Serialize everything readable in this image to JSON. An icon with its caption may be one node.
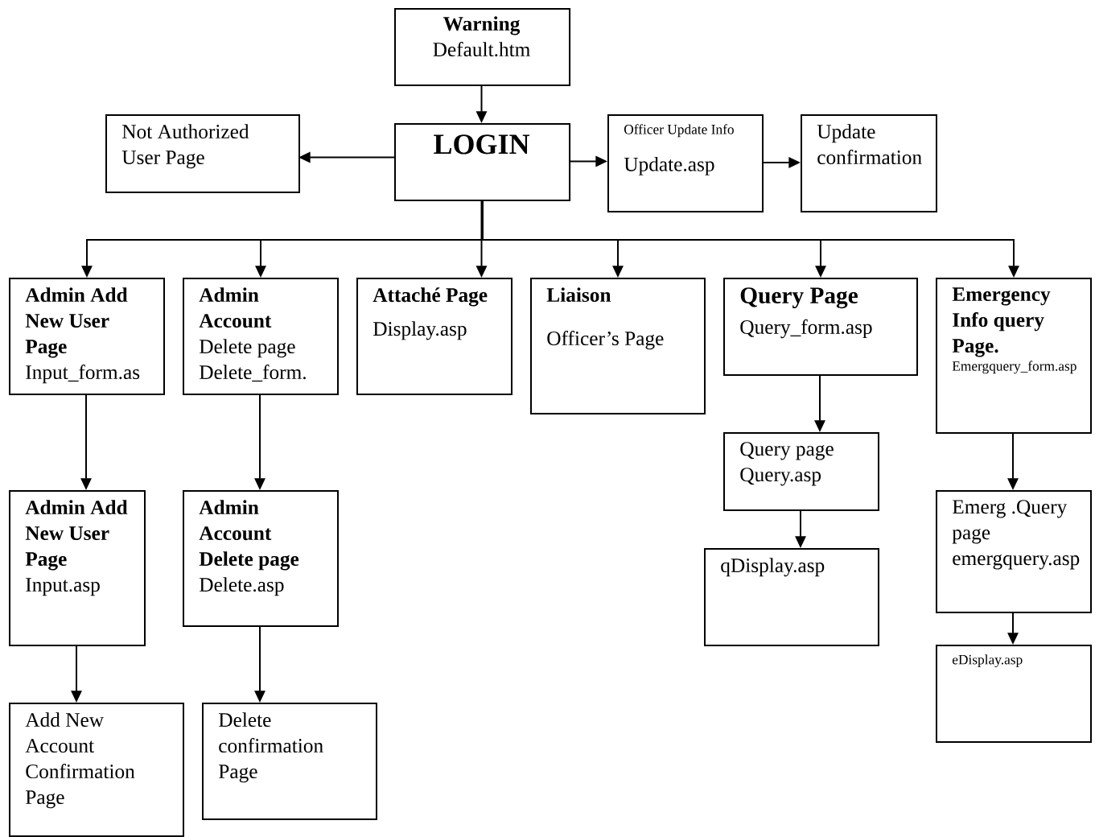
{
  "diagram": {
    "nodes": [
      {
        "text": [
          "Warning",
          "Default.htm"
        ]
      },
      {
        "text": [
          "Not Authorized User Page"
        ]
      },
      {
        "text": [
          "LOGIN"
        ]
      },
      {
        "text": [
          "Officer Update Info",
          "Update.asp"
        ]
      },
      {
        "text": [
          "Update confirmation"
        ]
      },
      {
        "text": [
          "Admin Add New User Page",
          "Input_form.as"
        ]
      },
      {
        "text": [
          "Admin Account",
          "Delete page Delete_form."
        ]
      },
      {
        "text": [
          "Attaché Page",
          "Display.asp"
        ]
      },
      {
        "text": [
          "Liaison",
          "Officer’s Page"
        ]
      },
      {
        "text": [
          "Query Page",
          "Query_form.asp"
        ]
      },
      {
        "text": [
          "Emergency Info query Page.",
          "Emergquery_form.asp"
        ]
      },
      {
        "text": [
          "Admin Add New User Page",
          "Input.asp"
        ]
      },
      {
        "text": [
          "Admin Account Delete page",
          "Delete.asp"
        ]
      },
      {
        "text": [
          "Query page Query.asp"
        ]
      },
      {
        "text": [
          "Emerg .Query page emergquery.asp"
        ]
      },
      {
        "text": [
          "qDisplay.asp"
        ]
      },
      {
        "text": [
          "eDisplay.asp"
        ]
      },
      {
        "text": [
          "Add New Account Confirmation Page"
        ]
      },
      {
        "text": [
          "Delete confirmation Page"
        ]
      }
    ],
    "edges": [
      {
        "from": 0,
        "to": 2,
        "arrow": "to"
      },
      {
        "from": 2,
        "to": 1,
        "arrow": "to"
      },
      {
        "from": 2,
        "to": 3,
        "arrow": "to"
      },
      {
        "from": 3,
        "to": 4,
        "arrow": "to"
      },
      {
        "from": 2,
        "to": 5,
        "arrow": "to"
      },
      {
        "from": 2,
        "to": 6,
        "arrow": "to"
      },
      {
        "from": 2,
        "to": 7,
        "arrow": "to"
      },
      {
        "from": 2,
        "to": 8,
        "arrow": "to"
      },
      {
        "from": 2,
        "to": 9,
        "arrow": "to"
      },
      {
        "from": 2,
        "to": 10,
        "arrow": "to"
      },
      {
        "from": 5,
        "to": 11,
        "arrow": "to"
      },
      {
        "from": 11,
        "to": 17,
        "arrow": "to"
      },
      {
        "from": 6,
        "to": 12,
        "arrow": "to"
      },
      {
        "from": 12,
        "to": 18,
        "arrow": "to"
      },
      {
        "from": 9,
        "to": 13,
        "arrow": "to"
      },
      {
        "from": 13,
        "to": 15,
        "arrow": "to"
      },
      {
        "from": 10,
        "to": 14,
        "arrow": "to"
      },
      {
        "from": 14,
        "to": 16,
        "arrow": "to"
      }
    ]
  }
}
